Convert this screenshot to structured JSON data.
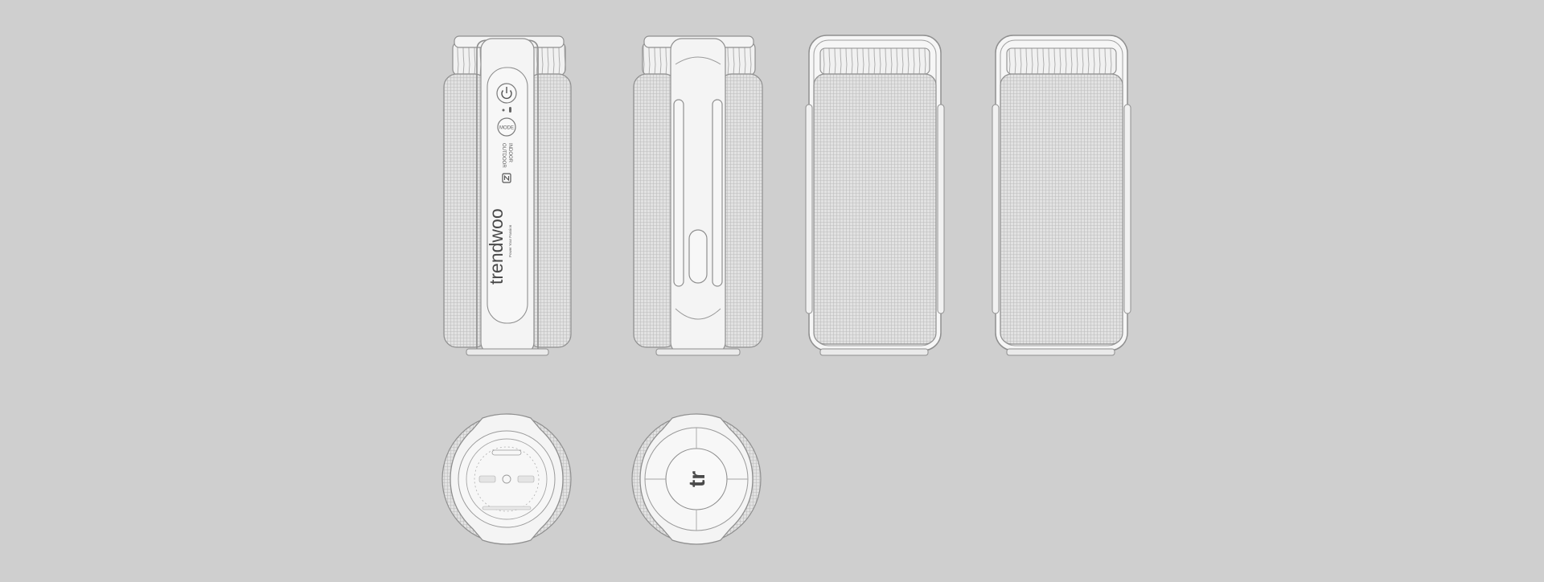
{
  "drawing": {
    "background": "#cfcfcf",
    "line_color": "#8f8f8f",
    "surface_color": "#f4f4f4",
    "grille_color": "#e0e0e0",
    "mesh_color": "#bdbdbd"
  },
  "controls": {
    "power_icon": "power-icon",
    "mode_label": "MODE",
    "outdoor_label": "OUTDOOR",
    "indoor_label": "INDOOR",
    "nfc_icon": "nfc-icon"
  },
  "branding": {
    "logo_text": "trendwoo",
    "tagline": "Power Your Passion",
    "monogram": "tr"
  }
}
